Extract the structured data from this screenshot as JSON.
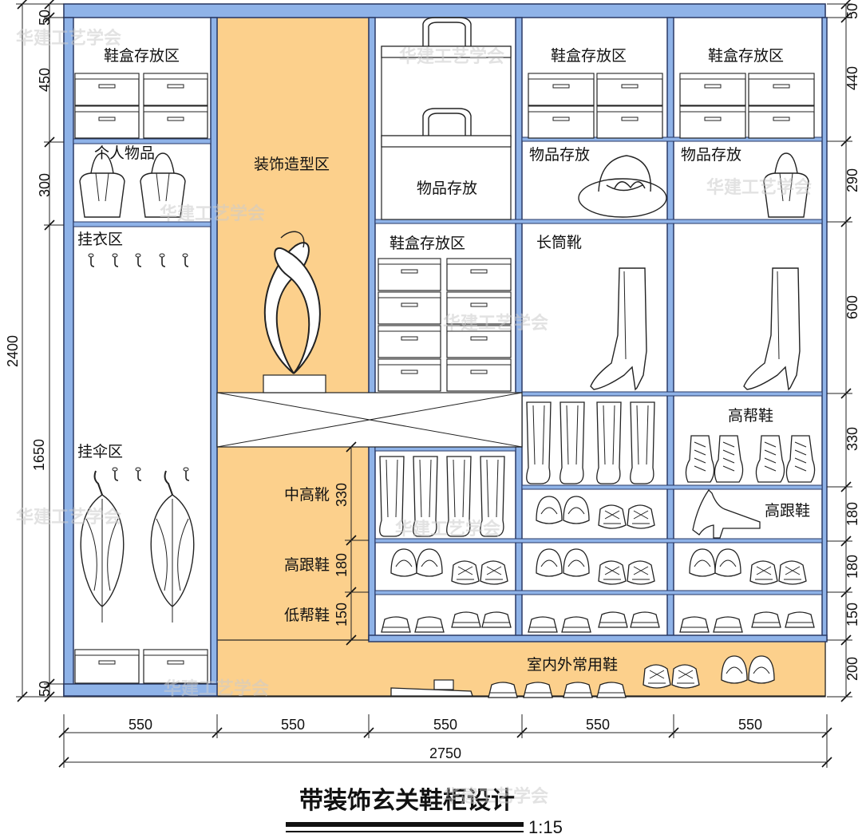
{
  "diagram": {
    "title": "带装饰玄关鞋柜设计",
    "scale": "1:15",
    "watermark": "华建工艺学会"
  },
  "labels": {
    "shoebox_zone": "鞋盒存放区",
    "personal_items": "个人物品",
    "hanging_clothes": "挂衣区",
    "umbrella_zone": "挂伞区",
    "decor_zone": "装饰造型区",
    "item_storage": "物品存放",
    "long_boots": "长筒靴",
    "high_top": "高帮鞋",
    "high_heels": "高跟鞋",
    "mid_boots": "中高靴",
    "low_top": "低帮鞋",
    "daily_shoes": "室内外常用鞋"
  },
  "dimensions": {
    "left": [
      "50",
      "450",
      "300",
      "1650",
      "50"
    ],
    "left_total": "2400",
    "right": [
      "50",
      "440",
      "290",
      "600",
      "330",
      "180",
      "180",
      "150",
      "200"
    ],
    "inner": [
      "330",
      "180",
      "150"
    ],
    "bottom": [
      "550",
      "550",
      "550",
      "550",
      "550"
    ],
    "bottom_total": "2750"
  }
}
